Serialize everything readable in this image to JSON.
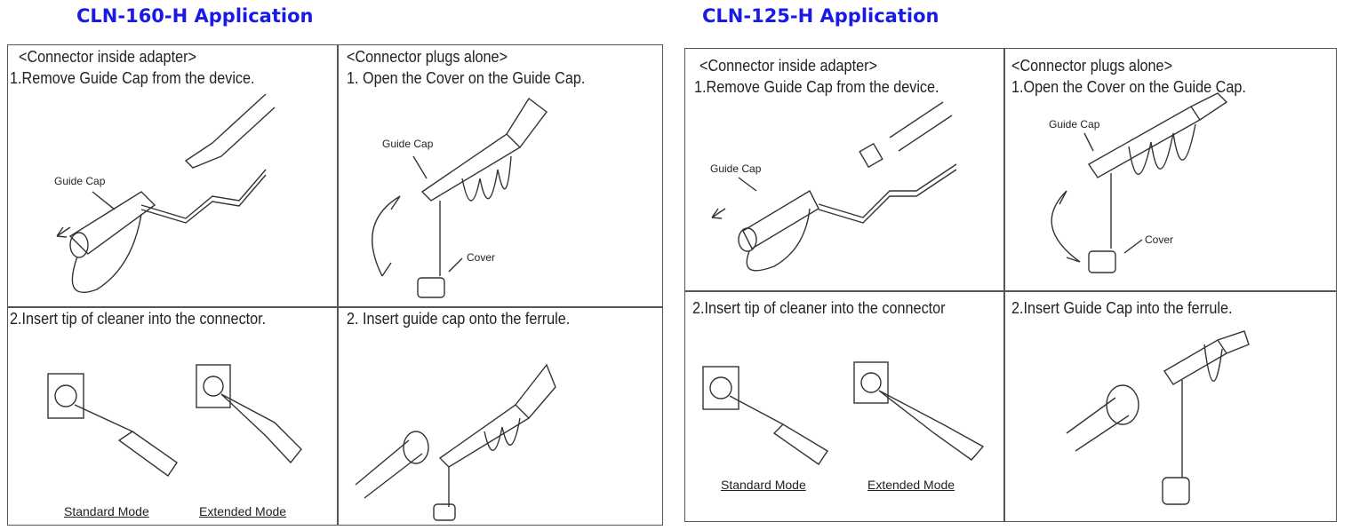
{
  "left": {
    "title": "CLN-160-H Application",
    "cells": {
      "tl_heading": "<Connector inside adapter>",
      "tl_step": "1.Remove Guide Cap from the device.",
      "tl_label": "Guide Cap",
      "tr_heading": "<Connector plugs alone>",
      "tr_step": "1. Open the Cover on the Guide Cap.",
      "tr_label_guide": "Guide Cap",
      "tr_label_cover": "Cover",
      "bl_step": "2.Insert tip of cleaner into the connector.",
      "bl_mode1": "Standard Mode",
      "bl_mode2": "Extended Mode",
      "br_step": "2. Insert guide cap onto the ferrule."
    }
  },
  "right": {
    "title": "CLN-125-H Application",
    "cells": {
      "tl_heading": "<Connector inside adapter>",
      "tl_step": "1.Remove Guide Cap from the device.",
      "tl_label": "Guide Cap",
      "tr_heading": "<Connector plugs alone>",
      "tr_step": "1.Open the Cover on the Guide Cap.",
      "tr_label_guide": "Guide Cap",
      "tr_label_cover": "Cover",
      "bl_step": "2.Insert tip of cleaner into the connector",
      "bl_mode1": "Standard Mode",
      "bl_mode2": "Extended Mode",
      "br_step": "2.Insert Guide Cap into the ferrule."
    }
  }
}
